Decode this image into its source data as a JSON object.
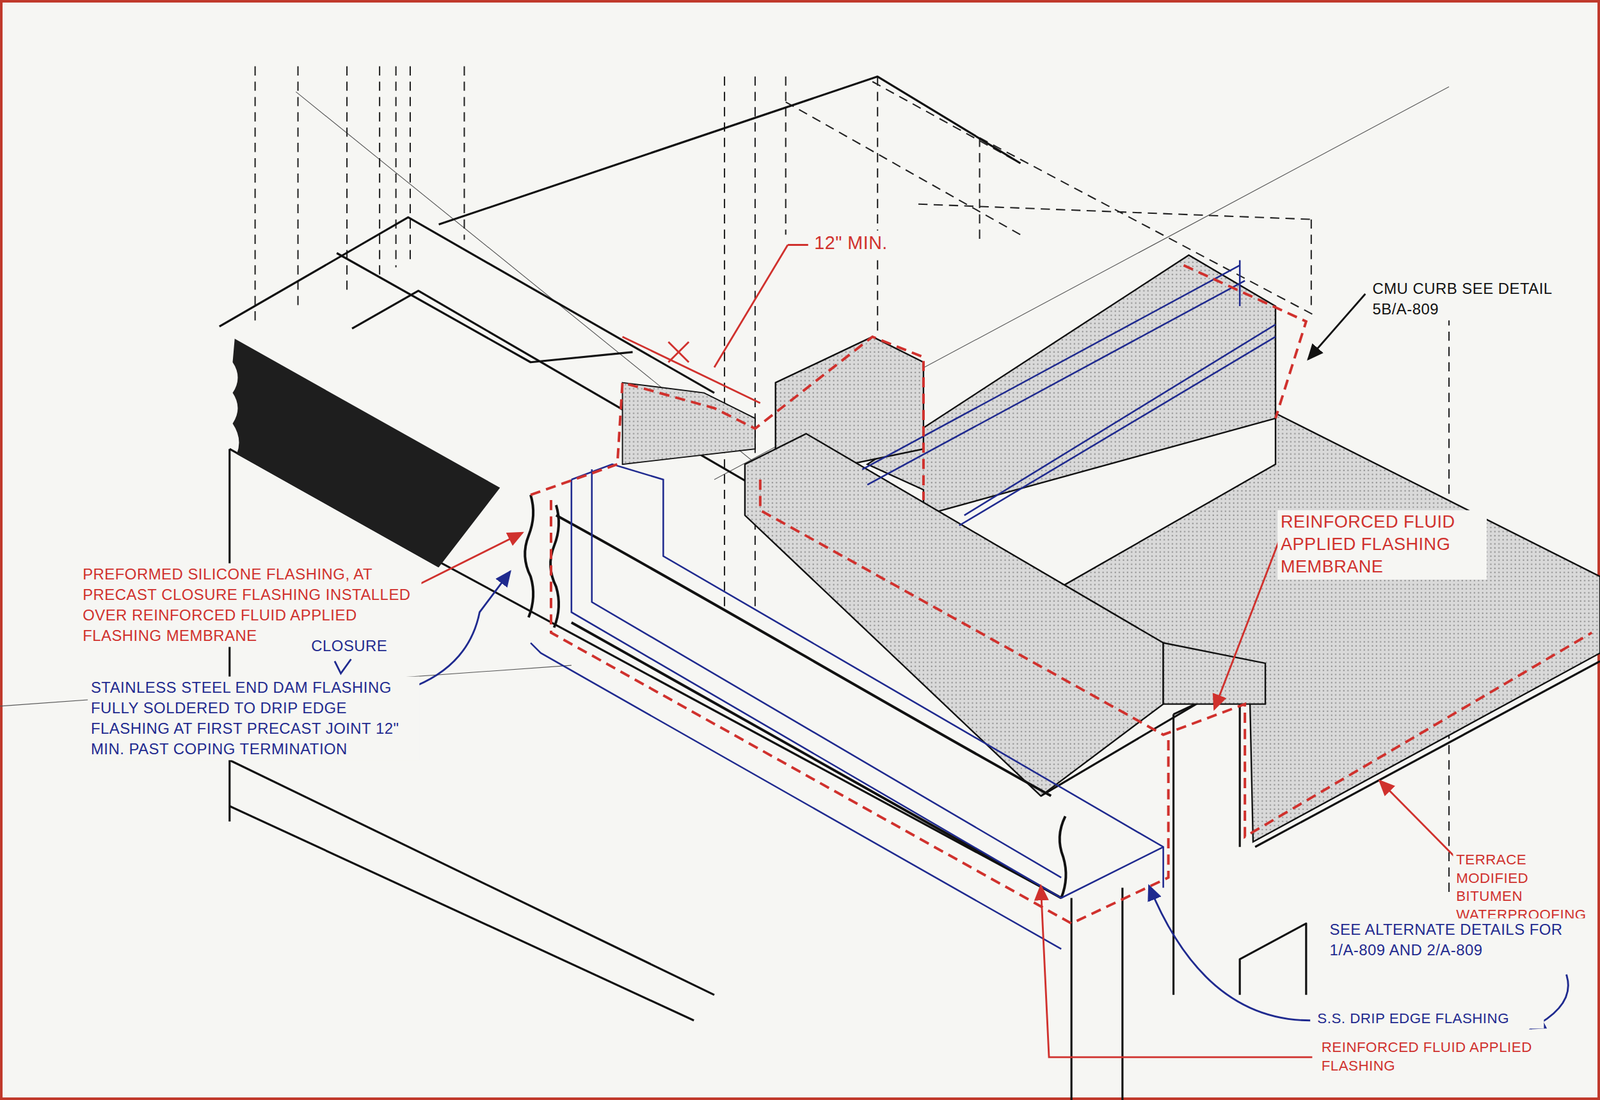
{
  "diagram": {
    "labels": [
      "12\" MIN.",
      "CMU CURB SEE DETAIL 5B/A-809",
      "REINFORCED FLUID APPLIED FLASHING MEMBRANE",
      "PREFORMED SILICONE FLASHING, AT PRECAST CLOSURE FLASHING INSTALLED OVER REINFORCED FLUID APPLIED FLASHING MEMBRANE",
      "CLOSURE",
      "STAINLESS STEEL END DAM FLASHING FULLY SOLDERED TO DRIP EDGE FLASHING AT FIRST PRECAST JOINT 12\" MIN. PAST COPING TERMINATION",
      "TERRACE MODIFIED BITUMEN WATERPROOFING",
      "SEE ALTERNATE DETAILS FOR 1/A-809 AND 2/A-809",
      "S.S. DRIP EDGE FLASHING",
      "REINFORCED FLUID APPLIED FLASHING"
    ]
  }
}
